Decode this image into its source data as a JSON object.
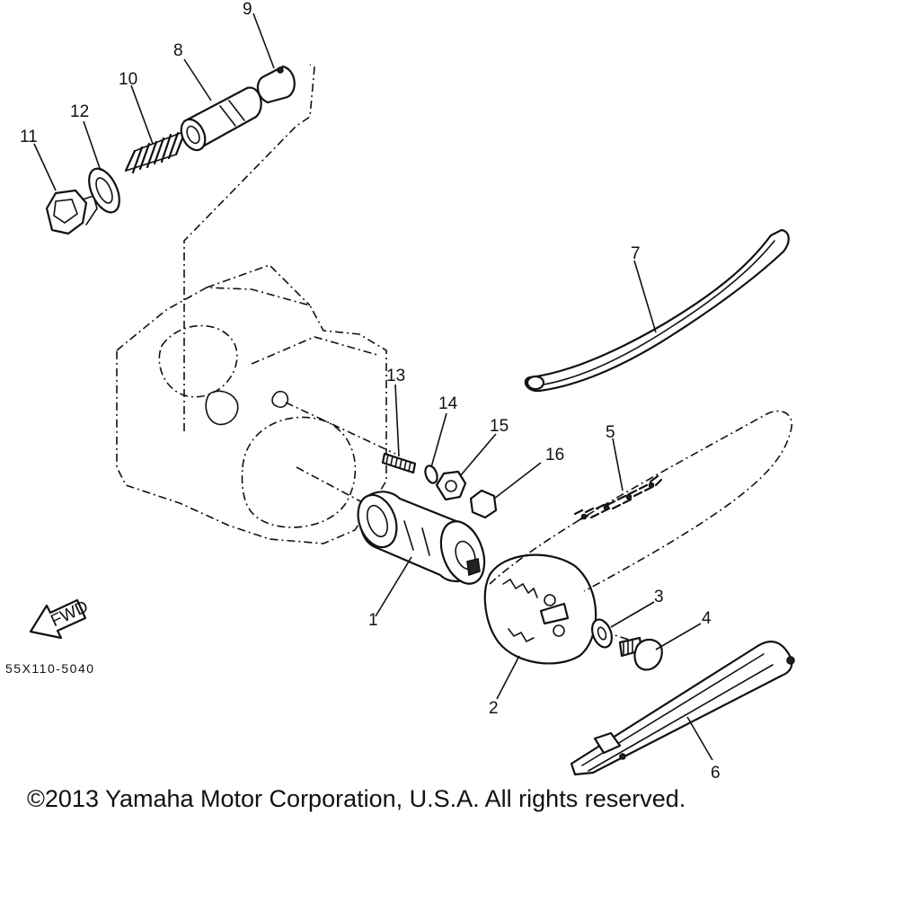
{
  "callouts": [
    {
      "id": "1",
      "text": "1"
    },
    {
      "id": "2",
      "text": "2"
    },
    {
      "id": "3",
      "text": "3"
    },
    {
      "id": "4",
      "text": "4"
    },
    {
      "id": "5",
      "text": "5"
    },
    {
      "id": "6",
      "text": "6"
    },
    {
      "id": "7",
      "text": "7"
    },
    {
      "id": "8",
      "text": "8"
    },
    {
      "id": "9",
      "text": "9"
    },
    {
      "id": "10",
      "text": "10"
    },
    {
      "id": "11",
      "text": "11"
    },
    {
      "id": "12",
      "text": "12"
    },
    {
      "id": "13",
      "text": "13"
    },
    {
      "id": "14",
      "text": "14"
    },
    {
      "id": "15",
      "text": "15"
    },
    {
      "id": "16",
      "text": "16"
    }
  ],
  "fwd_label": "FWD",
  "diagram_code": "55X110-5040",
  "copyright": "©2013 Yamaha Motor Corporation, U.S.A. All rights reserved."
}
